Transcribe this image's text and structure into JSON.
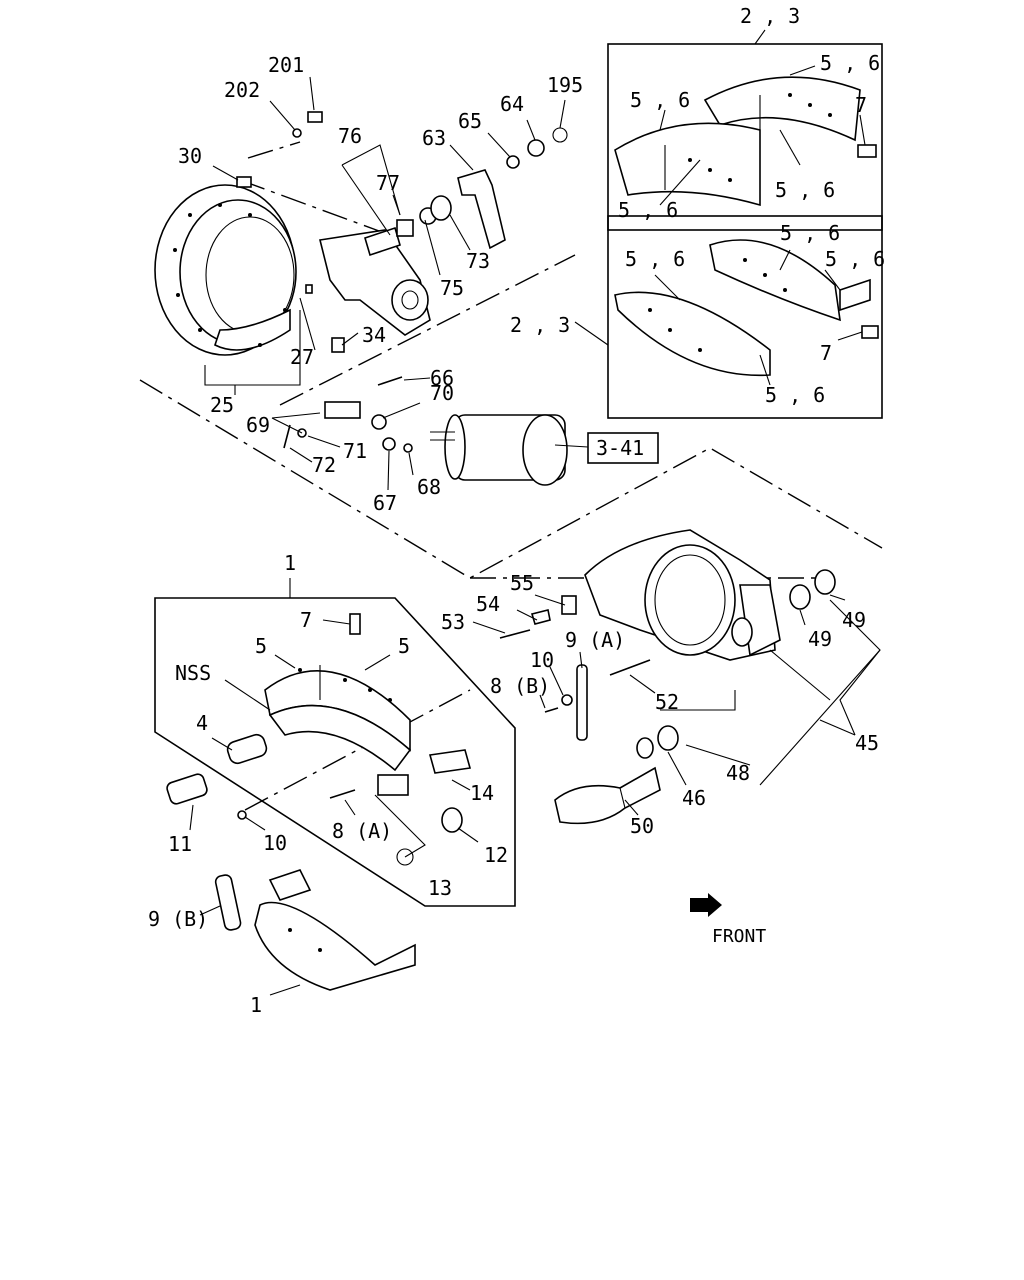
{
  "labels": {
    "l201": "201",
    "l202": "202",
    "l30": "30",
    "l76": "76",
    "l77": "77",
    "l63": "63",
    "l65": "65",
    "l64": "64",
    "l195": "195",
    "l73": "73",
    "l75": "75",
    "l34": "34",
    "l27": "27",
    "l25": "25",
    "l66": "66",
    "l70": "70",
    "l69": "69",
    "l71": "71",
    "l72": "72",
    "l67": "67",
    "l68": "68",
    "ref341": "3-41",
    "l23_top": "2 , 3",
    "l56_a": "5 , 6",
    "l56_b": "5 , 6",
    "l7_a": "7",
    "l56_c": "5 , 6",
    "l56_d": "5 , 6",
    "l23_mid": "2 , 3",
    "l56_e": "5 , 6",
    "l56_f": "5 , 6",
    "l56_g": "5 , 6",
    "l7_b": "7",
    "l56_h": "5 , 6",
    "l1_top": "1",
    "l7_c": "7",
    "l5_a": "5",
    "l5_b": "5",
    "lnss": "NSS",
    "l4": "4",
    "l11": "11",
    "l10_a": "10",
    "l8a": "8 (A)",
    "l14": "14",
    "l12": "12",
    "l13": "13",
    "l9b": "9 (B)",
    "l1_bot": "1",
    "l55": "55",
    "l54": "54",
    "l53": "53",
    "l9a": "9 (A)",
    "l10_b": "10",
    "l8b": "8 (B)",
    "l52": "52",
    "l49_a": "49",
    "l49_b": "49",
    "l45": "45",
    "l48": "48",
    "l46": "46",
    "l50": "50",
    "front": "FRONT"
  },
  "icons": {
    "front_arrow": "front-direction-arrow-icon"
  }
}
